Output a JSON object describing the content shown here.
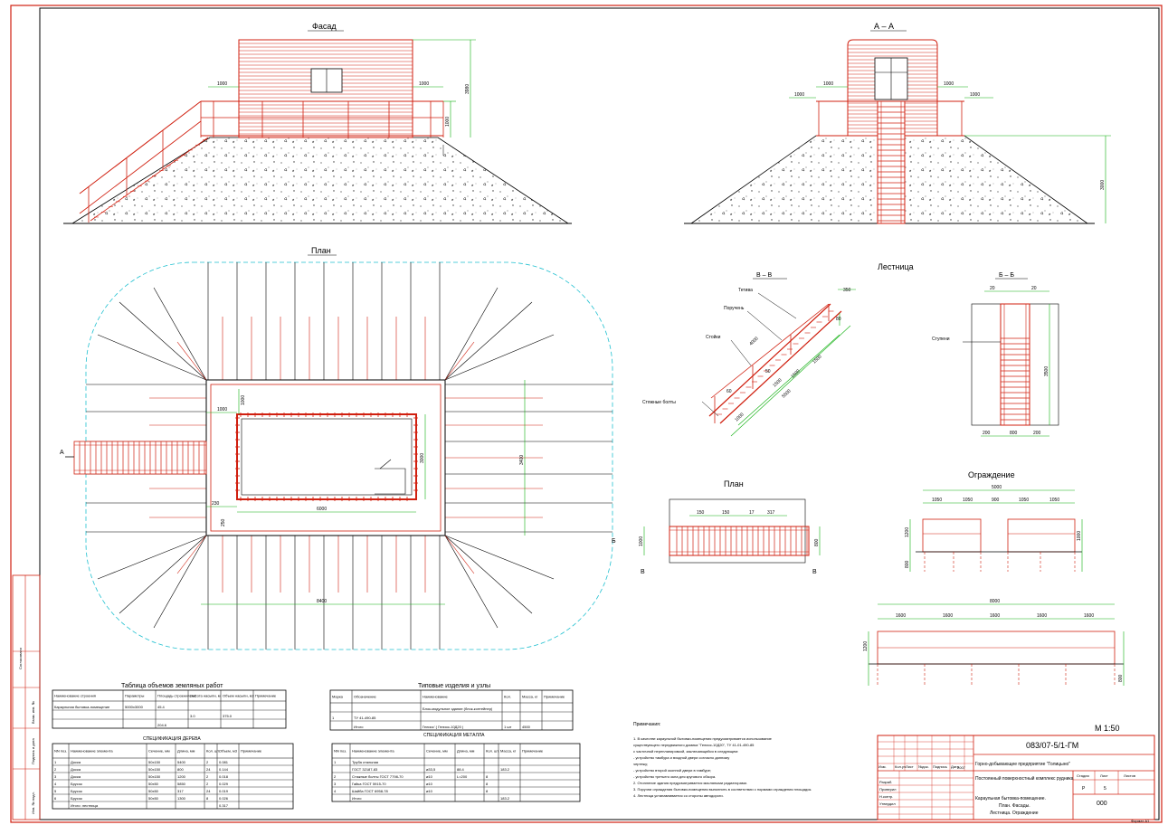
{
  "titles": {
    "facade": "Фасад",
    "section_aa": "А – А",
    "plan": "План",
    "stair": "Лестница",
    "section_vv": "В – В",
    "section_bb": "Б – Б",
    "stair_plan": "План",
    "fence": "Ограждение"
  },
  "stair_labels": {
    "stringer": "Тетива",
    "handrail": "Поручень",
    "posts": "Стойки",
    "anchor_bolts": "Стяжные болты",
    "steps": "Ступени"
  },
  "dimensions": {
    "facade_w1": "1000",
    "facade_w2": "1000",
    "facade_h1": "3980",
    "facade_h2": "1000",
    "aa_w1": "1000",
    "aa_w2": "1000",
    "aa_w3": "1000",
    "aa_w4": "1000",
    "aa_h": "3000",
    "plan_d1": "1000",
    "plan_d2": "1000",
    "plan_d3": "6000",
    "plan_d4": "3000",
    "plan_d5": "3400",
    "plan_d6": "8400",
    "plan_d7": "250",
    "plan_d8": "230",
    "vv_d1": "350",
    "vv_d2": "80",
    "vv_d3": "4000",
    "vv_d4": "1500",
    "vv_d5": "1500",
    "vv_d6": "1500",
    "vv_d7": "5500",
    "vv_d8": "1000",
    "vv_d9": "60",
    "vv_d10": "50",
    "bb_d1": "20",
    "bb_d2": "20",
    "bb_d3": "3500",
    "bb_d4": "200",
    "bb_d5": "800",
    "bb_d6": "200",
    "sp_d1": "150",
    "sp_d2": "150",
    "sp_d3": "17",
    "sp_d4": "317",
    "sp_d5": "1000",
    "sp_d6": "800",
    "fence_top": "5000",
    "fence_a": "1050",
    "fence_b": "1050",
    "fence_c": "900",
    "fence_d": "1050",
    "fence_e": "1050",
    "fence_h1": "1200",
    "fence_h2": "1000",
    "fence_h3": "800",
    "fence2_top": "8000",
    "fence2_a": "1600",
    "fence2_b": "1600",
    "fence2_c": "1600",
    "fence2_d": "1600",
    "fence2_e": "1600",
    "fence2_h1": "1200",
    "fence2_h2": "800"
  },
  "section_marks": {
    "a": "А",
    "b": "Б",
    "v1": "В",
    "v2": "В"
  },
  "earthwork_table": {
    "title": "Таблица объемов земляных работ",
    "headers": [
      "Наименование строения",
      "Параметры",
      "Площадь строения, м2",
      "Высота насыпи, м",
      "Объем насыпи, м3",
      "Примечание"
    ],
    "rows": [
      [
        "Караульная бытовка-помещение",
        "5000х3000",
        "45.4",
        "",
        "",
        ""
      ],
      [
        "",
        "",
        "",
        "3.0",
        "375.0",
        ""
      ],
      [
        "",
        "",
        "204.6",
        "",
        "",
        ""
      ]
    ]
  },
  "typical_table": {
    "title": "Типовые изделия и узлы",
    "headers": [
      "Марка",
      "Обозначение",
      "Наименование",
      "Кол.",
      "Масса, кг",
      "Примечание"
    ],
    "rows": [
      [
        "",
        "",
        "Блок-модульное здание (блок-контейнер)",
        "",
        "",
        ""
      ],
      [
        "1",
        "ТУ 41-490-85",
        "",
        "",
        "",
        ""
      ],
      [
        "",
        "Итого",
        "Гелиос' ( Гелиос-10Д20 )",
        "1 шт",
        "4500",
        ""
      ]
    ]
  },
  "wood_spec": {
    "title": "СПЕЦИФИКАЦИЯ ДЕРЕВА",
    "headers": [
      "NN поз.",
      "Наименование элемента",
      "Сечение, мм",
      "Длина, мм",
      "Кол. шт.",
      "Объем, м3",
      "Примечание"
    ],
    "rows": [
      [
        "1",
        "Доска",
        "50х150",
        "5400",
        "2",
        "0.081",
        ""
      ],
      [
        "2",
        "Доска",
        "50х150",
        "800",
        "24",
        "0.144",
        ""
      ],
      [
        "3",
        "Доска",
        "50х150",
        "1200",
        "2",
        "0.018",
        ""
      ],
      [
        "4",
        "Брусок",
        "50х50",
        "5850",
        "2",
        "0.029",
        ""
      ],
      [
        "5",
        "Брусок",
        "50х50",
        "317",
        "24",
        "0.019",
        ""
      ],
      [
        "6",
        "Брусок",
        "50х50",
        "1300",
        "8",
        "0.026",
        ""
      ],
      [
        "",
        "Итого: лестница",
        "",
        "",
        "",
        "0.317",
        ""
      ]
    ]
  },
  "metal_spec": {
    "title": "СПЕЦИФИКАЦИЯ МЕТАЛЛА",
    "headers": [
      "NN поз.",
      "Наименование элемента",
      "Сечение, мм",
      "Длина, мм",
      "Кол. шт.",
      "Масса, кг",
      "Примечание"
    ],
    "rows": [
      [
        "1",
        "Труба стальная",
        "",
        "",
        "",
        "",
        ""
      ],
      [
        "",
        "ГОСТ 32187-83",
        "⌀33,5",
        "88.4",
        "",
        "183.2",
        ""
      ],
      [
        "2",
        "Стяжные болты ГОСТ 7798-70",
        "⌀10",
        "L=200",
        "8",
        "",
        ""
      ],
      [
        "3",
        "Гайка ГОСТ 5915-70",
        "⌀10",
        "",
        "8",
        "",
        ""
      ],
      [
        "4",
        "Шайба ГОСТ 6958-78",
        "⌀10",
        "",
        "8",
        "",
        ""
      ],
      [
        "",
        "Итого",
        "",
        "",
        "",
        "183.2",
        ""
      ]
    ]
  },
  "notes": {
    "title": "Примечания:",
    "lines": [
      "1. В качестве караульной бытовки-помещения предусматривается использование",
      "существующего передвижного домика \"Гелиос-10Д20\", ТУ 41-01-490-85",
      "с частичной перепланировкой, заключающейся в следующем:",
      "  - устройство тамбура и входной двери согласно данному",
      "чертежу;",
      "  - устройство второй оконной двери в тамбуре;",
      "  - устройство третьего окна для кругового обзора.",
      "2. Отопление здания предусматривается масляными радиаторами.",
      "3. Поручни ограждения бытовки-помещения выполнить в соответствии с нормами ограждения площадок.",
      "4. Лестница устанавливается со стороны автодороги."
    ]
  },
  "scale": "М 1:50",
  "stamp": {
    "code": "083/07-5/1-ГМ",
    "org": "Горно-добывающее предприятие \"Голицыно\"",
    "project": "Постоянный поверхностный комплекс рудника",
    "title1": "Караульная бытовка-помещение.",
    "title2": "План. Фасады.",
    "title3": "Лестница. Ограждение",
    "stage_h": "Стадия",
    "sheet_h": "Лист",
    "sheets_h": "Листов",
    "stage": "Р",
    "sheet": "5",
    "sheets": "",
    "year": "2007",
    "roles": [
      "Разраб.",
      "Проверил",
      "Н.контр.",
      "Утвердил"
    ],
    "cols": [
      "Изм.",
      "Кол.уч",
      "Лист",
      "№док.",
      "Подпись",
      "Дата"
    ],
    "company": "000",
    "format": "Формат А1"
  },
  "side_strip": {
    "a": "Согласовано",
    "b": "Инв. № подл.",
    "c": "Подпись и дата",
    "d": "Взам. инв. №"
  }
}
